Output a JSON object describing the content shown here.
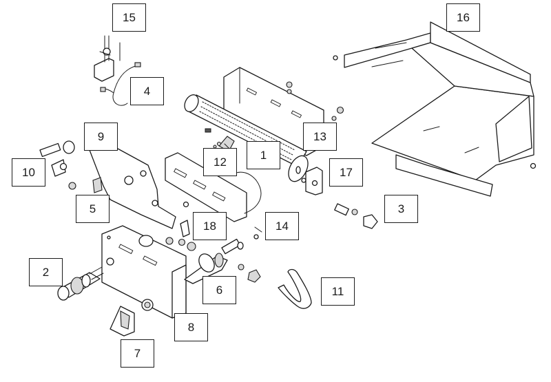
{
  "callouts": [
    "1",
    "2",
    "3",
    "4",
    "5",
    "6",
    "7",
    "8",
    "9",
    "10",
    "11",
    "12",
    "13",
    "14",
    "15",
    "16",
    "17",
    "18"
  ],
  "colors": {
    "line": "#1a1a1a",
    "background": "#ffffff",
    "shade": "#d9d9d9"
  }
}
